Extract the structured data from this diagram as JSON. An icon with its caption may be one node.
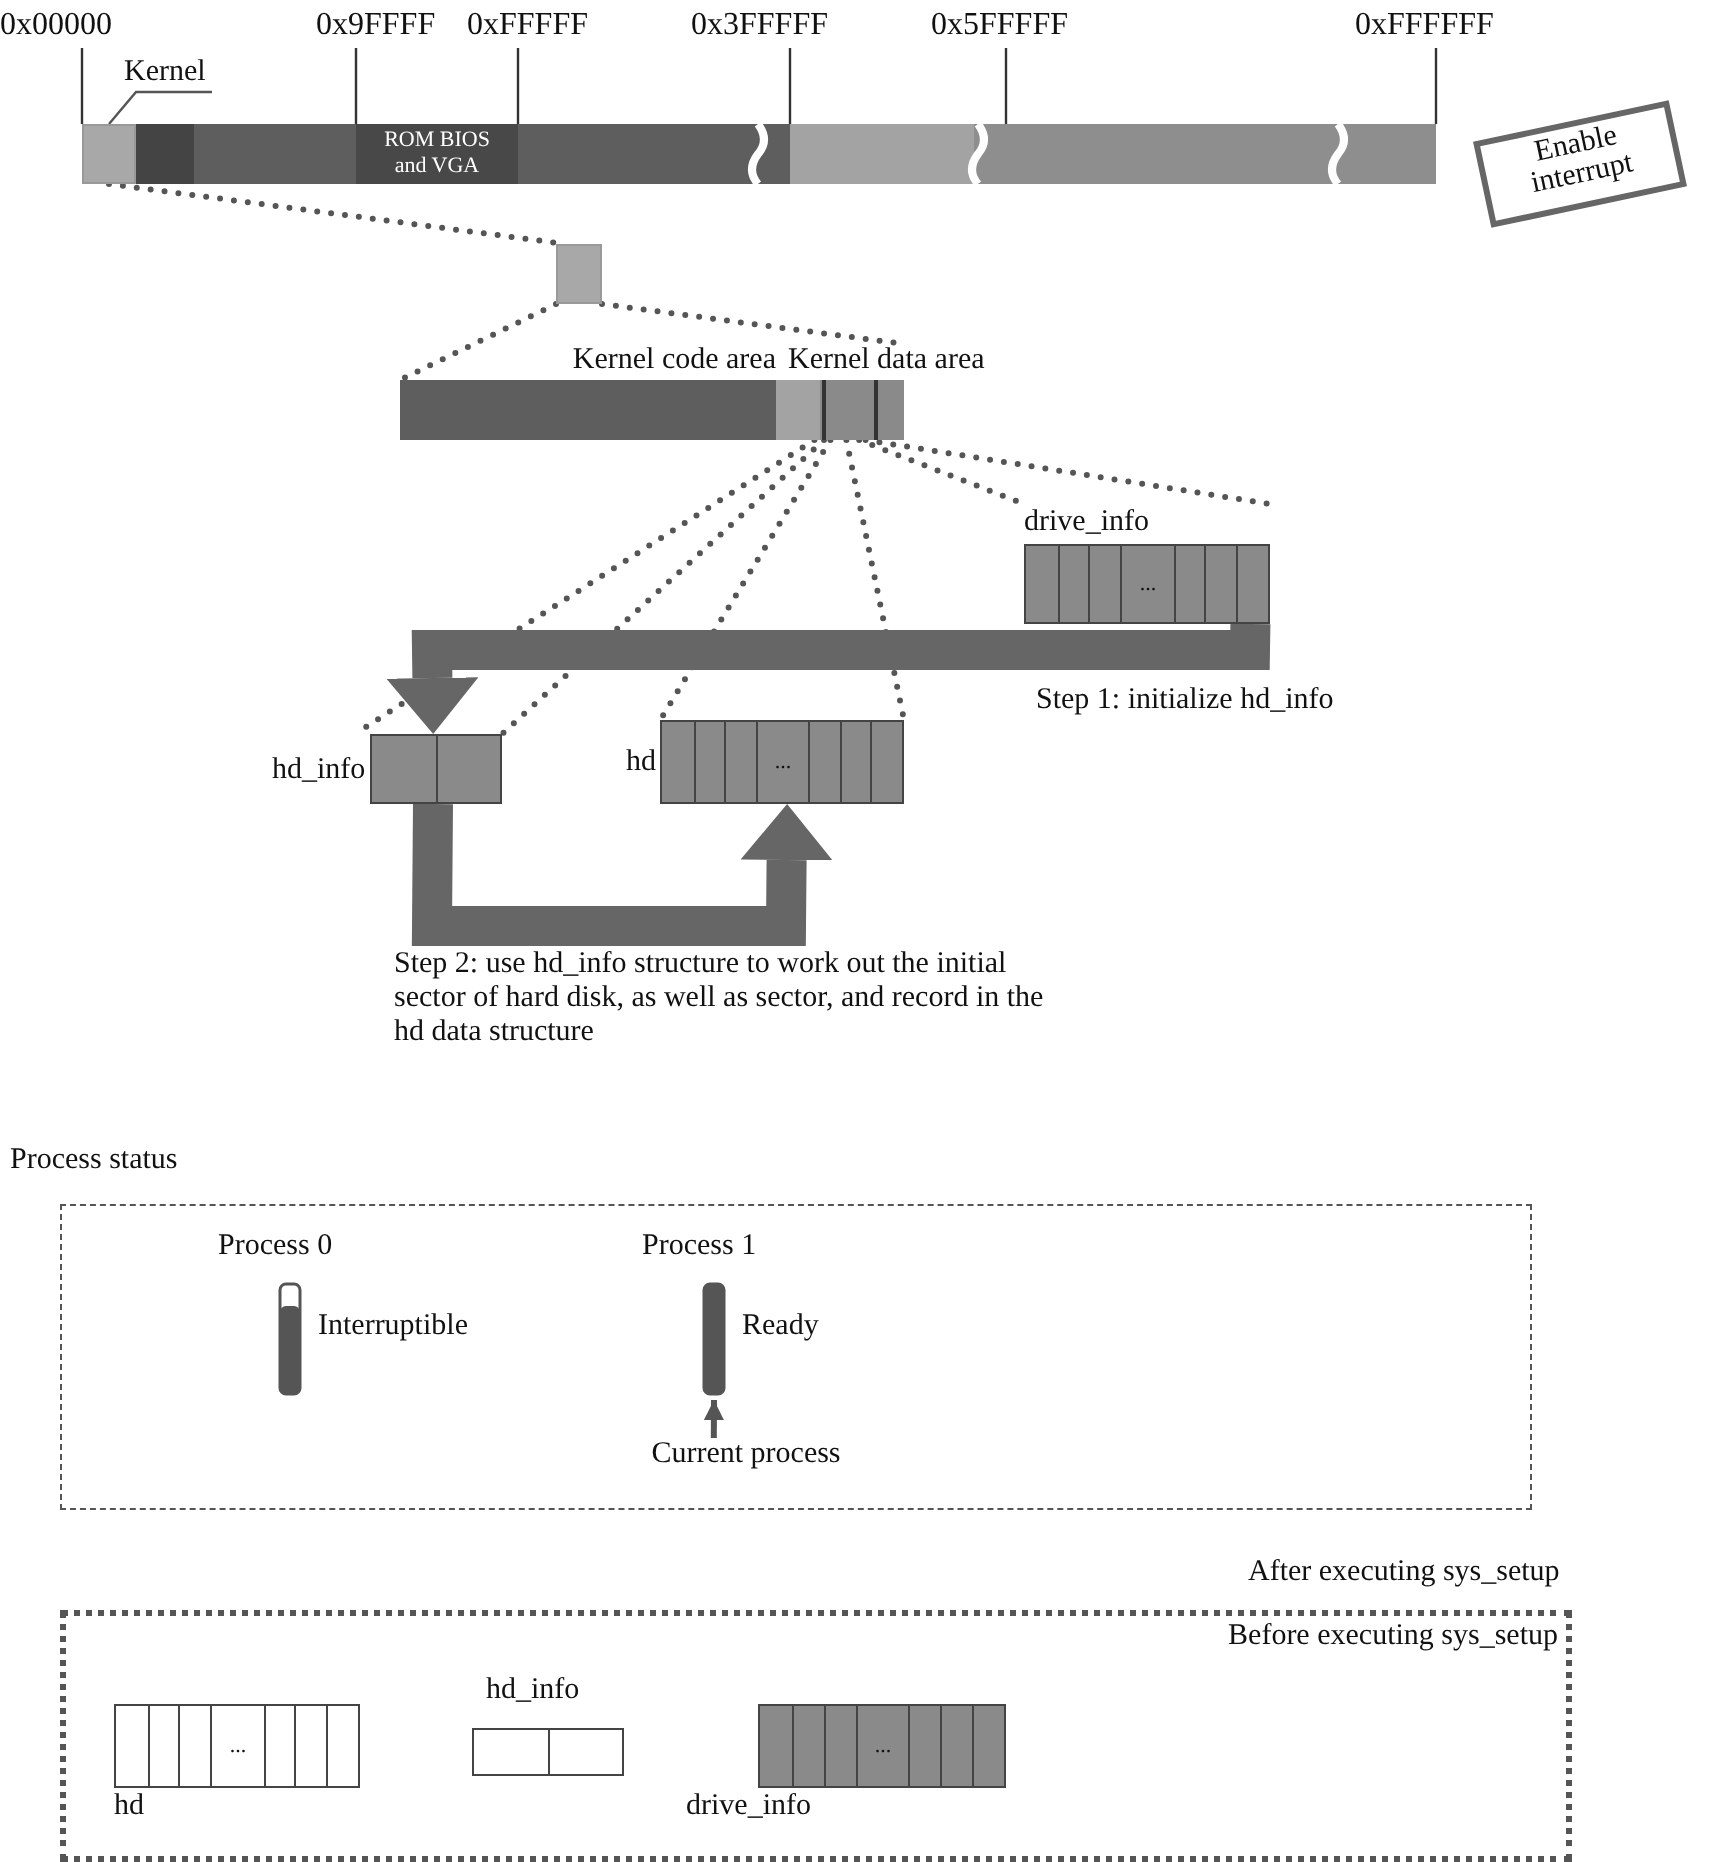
{
  "diagram": {
    "nodes": [
      {
        "text": [],
        "shape": "bar"
      },
      {
        "text": [],
        "shape": "box",
        "in": 0
      },
      {
        "text": [
          "ROM BIOS and VGA"
        ],
        "in": 0
      },
      {
        "text": [
          "Kernel"
        ]
      },
      {
        "text": [
          "Enable interrupt"
        ]
      },
      {
        "text": [],
        "shape": "box"
      },
      {
        "text": [
          "Kernel code area"
        ]
      },
      {
        "text": [
          "Kernel data area"
        ]
      },
      {
        "text": [
          "drive_info",
          "..."
        ]
      },
      {
        "text": [
          "hd_info"
        ]
      },
      {
        "text": [
          "hd",
          "..."
        ]
      },
      {
        "text": [
          "Process status"
        ]
      },
      {
        "text": [
          "Process 0"
        ],
        "beside": [
          "Interruptible"
        ],
        "in": 11
      },
      {
        "text": [
          "Process 1"
        ],
        "beside": [
          "Ready"
        ],
        "in": 11
      },
      {
        "text": [
          "Current process"
        ],
        "in": 11
      },
      {
        "text": [
          "Before executing sys_setup"
        ]
      },
      {
        "text": [
          "hd",
          "..."
        ],
        "in": 15
      },
      {
        "text": [
          "hd_info"
        ],
        "in": 15
      },
      {
        "text": [
          "drive_info",
          "..."
        ],
        "in": 15
      }
    ],
    "edges": [
      {
        "from": 3,
        "to": 1,
        "arrow": "none"
      },
      {
        "from": 1,
        "to": 5,
        "arrow": "none",
        "style": "dashed"
      },
      {
        "from": 5,
        "to": 6,
        "arrow": "none",
        "style": "dashed"
      },
      {
        "from": 5,
        "to": 7,
        "arrow": "none",
        "style": "dashed"
      },
      {
        "from": 7,
        "to": 9,
        "arrow": "none",
        "style": "dashed"
      },
      {
        "from": 7,
        "to": 9,
        "arrow": "none",
        "style": "dashed"
      },
      {
        "from": 7,
        "to": 10,
        "arrow": "none",
        "style": "dashed"
      },
      {
        "from": 7,
        "to": 10,
        "arrow": "none",
        "style": "dashed"
      },
      {
        "from": 7,
        "to": 8,
        "arrow": "none",
        "style": "dashed"
      },
      {
        "from": 7,
        "to": 8,
        "arrow": "none",
        "style": "dashed"
      },
      {
        "from": 8,
        "to": 9,
        "arrow": "to",
        "style": "thick",
        "label": "Step 1: initialize hd_info"
      },
      {
        "from": 9,
        "to": 10,
        "arrow": "to",
        "style": "thick",
        "label": "Step 2: use hd_info structure to work out the initial sector of hard disk, as well as sector, and record in the hd data structure"
      },
      {
        "from": 14,
        "to": 13,
        "arrow": "to"
      }
    ],
    "labels": [
      "0x00000",
      "0x9FFFF",
      "0xFFFFF",
      "0x3FFFFF",
      "0x5FFFFF",
      "0xFFFFFF",
      "After executing sys_setup"
    ]
  }
}
